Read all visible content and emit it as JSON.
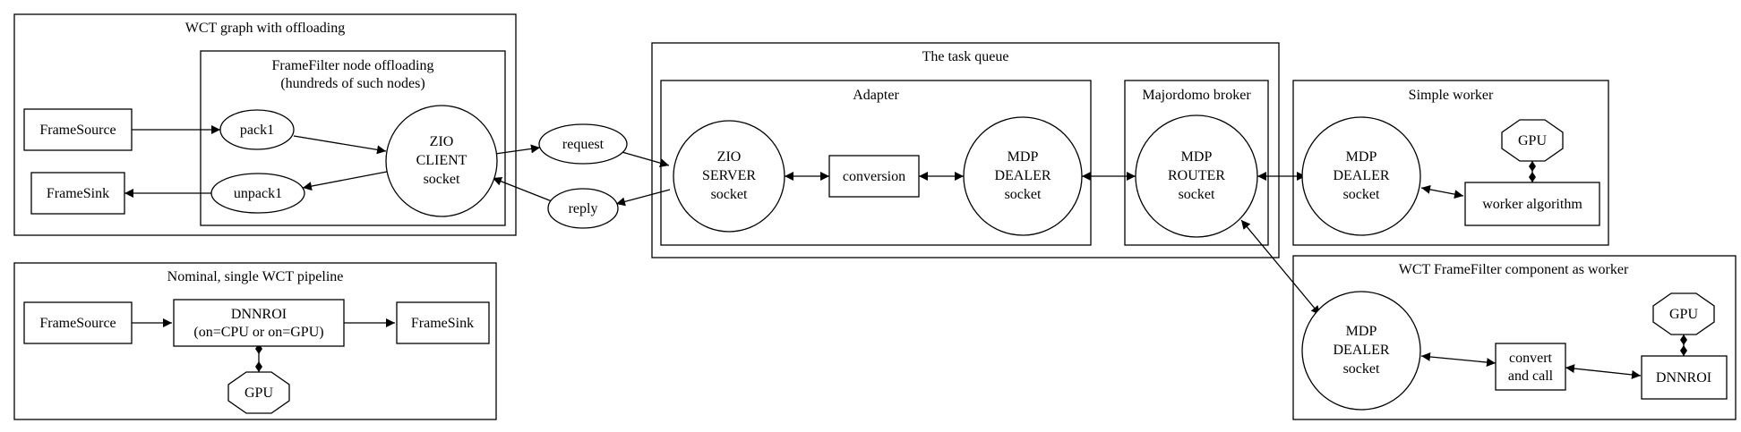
{
  "clusters": {
    "wct_graph": "WCT graph with offloading",
    "framefilter_node": [
      "FrameFilter node offloading",
      "(hundreds of such nodes)"
    ],
    "nominal": "Nominal, single WCT pipeline",
    "task_queue": "The task queue",
    "adapter": "Adapter",
    "broker": "Majordomo broker",
    "simple_worker": "Simple worker",
    "wct_worker": "WCT FrameFilter component as worker"
  },
  "nodes": {
    "framesource_1": [
      "FrameSource"
    ],
    "framesink_1": [
      "FrameSink"
    ],
    "pack1": [
      "pack1"
    ],
    "unpack1": [
      "unpack1"
    ],
    "zio_client": [
      "ZIO",
      "CLIENT",
      "socket"
    ],
    "request": [
      "request"
    ],
    "reply": [
      "reply"
    ],
    "framesource_2": [
      "FrameSource"
    ],
    "dnnroi_1": [
      "DNNROI",
      "(on=CPU or on=GPU)"
    ],
    "framesink_2": [
      "FrameSink"
    ],
    "gpu_1": [
      "GPU"
    ],
    "zio_server": [
      "ZIO",
      "SERVER",
      "socket"
    ],
    "conversion": [
      "conversion"
    ],
    "mdp_dealer_adapter": [
      "MDP",
      "DEALER",
      "socket"
    ],
    "mdp_router": [
      "MDP",
      "ROUTER",
      "socket"
    ],
    "mdp_dealer_simple": [
      "MDP",
      "DEALER",
      "socket"
    ],
    "gpu_2": [
      "GPU"
    ],
    "worker_algorithm": [
      "worker algorithm"
    ],
    "mdp_dealer_wct": [
      "MDP",
      "DEALER",
      "socket"
    ],
    "convert_call": [
      "convert",
      "and call"
    ],
    "gpu_3": [
      "GPU"
    ],
    "dnnroi_2": [
      "DNNROI"
    ]
  }
}
